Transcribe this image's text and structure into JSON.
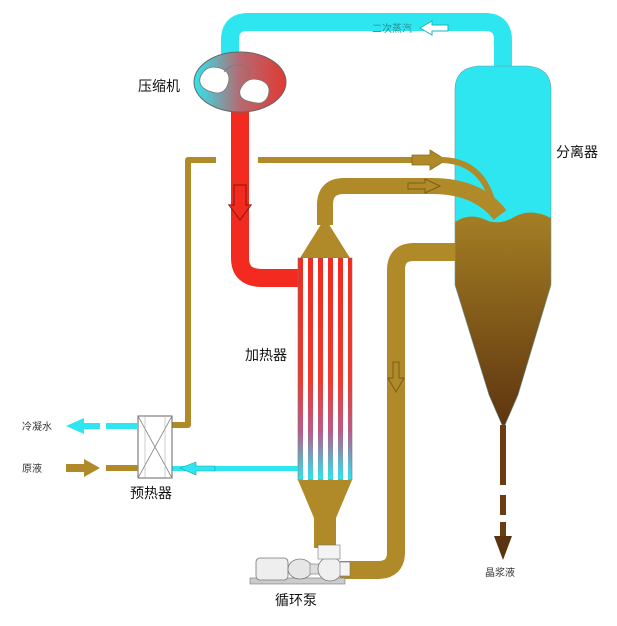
{
  "labels": {
    "compressor": "压缩机",
    "separator": "分离器",
    "heater": "加热器",
    "preheater": "预热器",
    "pump": "循环泵",
    "secondary_steam": "二次蒸汽",
    "condensate": "冷凝水",
    "raw_liquid": "原液",
    "crystal_slurry": "晶浆液"
  },
  "colors": {
    "steam": "#2ee6ef",
    "hot_steam": "#f22a1f",
    "liquid": "#b08a28",
    "slurry": "#6b3d12",
    "equipment_outline": "#555555"
  },
  "icons": {
    "flow_arrow": "arrow-icon",
    "compressor": "compressor-icon",
    "pump": "pump-icon"
  }
}
